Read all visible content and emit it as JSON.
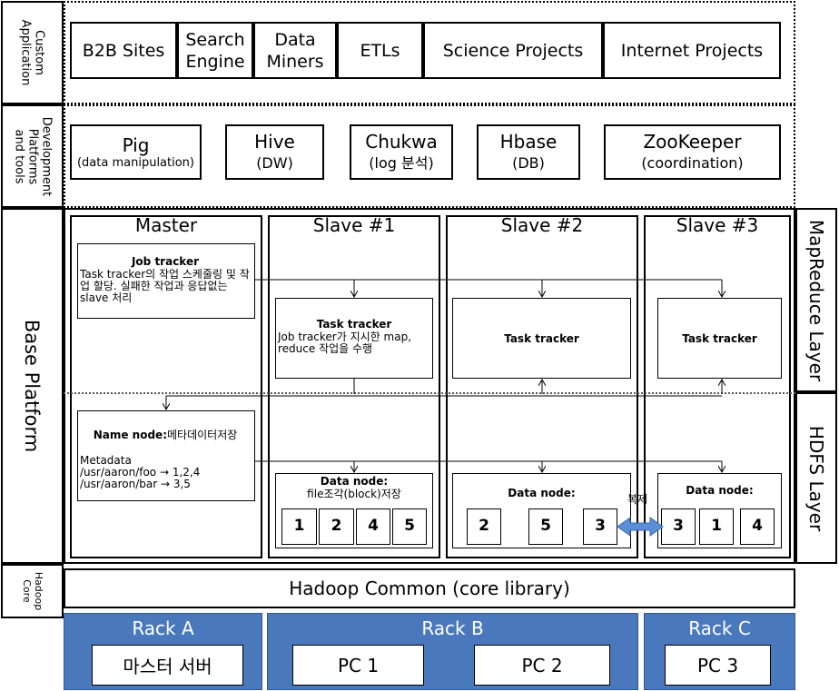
{
  "rows": {
    "custom_application": "Custom Application",
    "development": "Development Platforms and tools",
    "base_platform": "Base Platform",
    "hadoop_core": "Hadoop Core"
  },
  "apps": [
    "B2B Sites",
    "Search Engine",
    "Data Miners",
    "ETLs",
    "Science Projects",
    "Internet Projects"
  ],
  "dev_tools": [
    {
      "name": "Pig",
      "sub": "(data manipulation)"
    },
    {
      "name": "Hive",
      "sub": "(DW)"
    },
    {
      "name": "Chukwa",
      "sub": "(log 분석)"
    },
    {
      "name": "Hbase",
      "sub": "(DB)"
    },
    {
      "name": "ZooKeeper",
      "sub": "(coordination)"
    }
  ],
  "nodes": {
    "master": "Master",
    "slave1": "Slave #1",
    "slave2": "Slave #2",
    "slave3": "Slave #3"
  },
  "job_tracker": {
    "title": "Job tracker",
    "desc": "Task tracker의 작업 스케줄링 및 작업 할당. 실패한 작업과 응답없는 slave 처리"
  },
  "task_tracker": {
    "title": "Task tracker",
    "desc": "Job tracker가 지시한 map, reduce 작업을 수행"
  },
  "name_node": {
    "title": "Name node:",
    "title_suffix": "메타데이터저장",
    "meta_label": "Metadata",
    "meta_lines": [
      "/usr/aaron/foo → 1,2,4",
      "/usr/aaron/bar → 3,5"
    ]
  },
  "data_node": {
    "title": "Data node:",
    "desc": "file조각(block)저장"
  },
  "blocks": {
    "slave1": [
      "1",
      "2",
      "4",
      "5"
    ],
    "slave2": [
      "2",
      "5",
      "3"
    ],
    "slave3": [
      "3",
      "1",
      "4"
    ]
  },
  "replication_label": "복제",
  "layers": {
    "mapreduce": "MapReduce Layer",
    "hdfs": "HDFS Layer"
  },
  "hadoop_common": "Hadoop Common (core library)",
  "racks": [
    {
      "name": "Rack A",
      "pcs": [
        "마스터 서버"
      ]
    },
    {
      "name": "Rack B",
      "pcs": [
        "PC 1",
        "PC 2"
      ]
    },
    {
      "name": "Rack C",
      "pcs": [
        "PC 3"
      ]
    }
  ],
  "colors": {
    "rack_fill": "#4a78bd",
    "replication_arrow": "#5b8ed4"
  }
}
